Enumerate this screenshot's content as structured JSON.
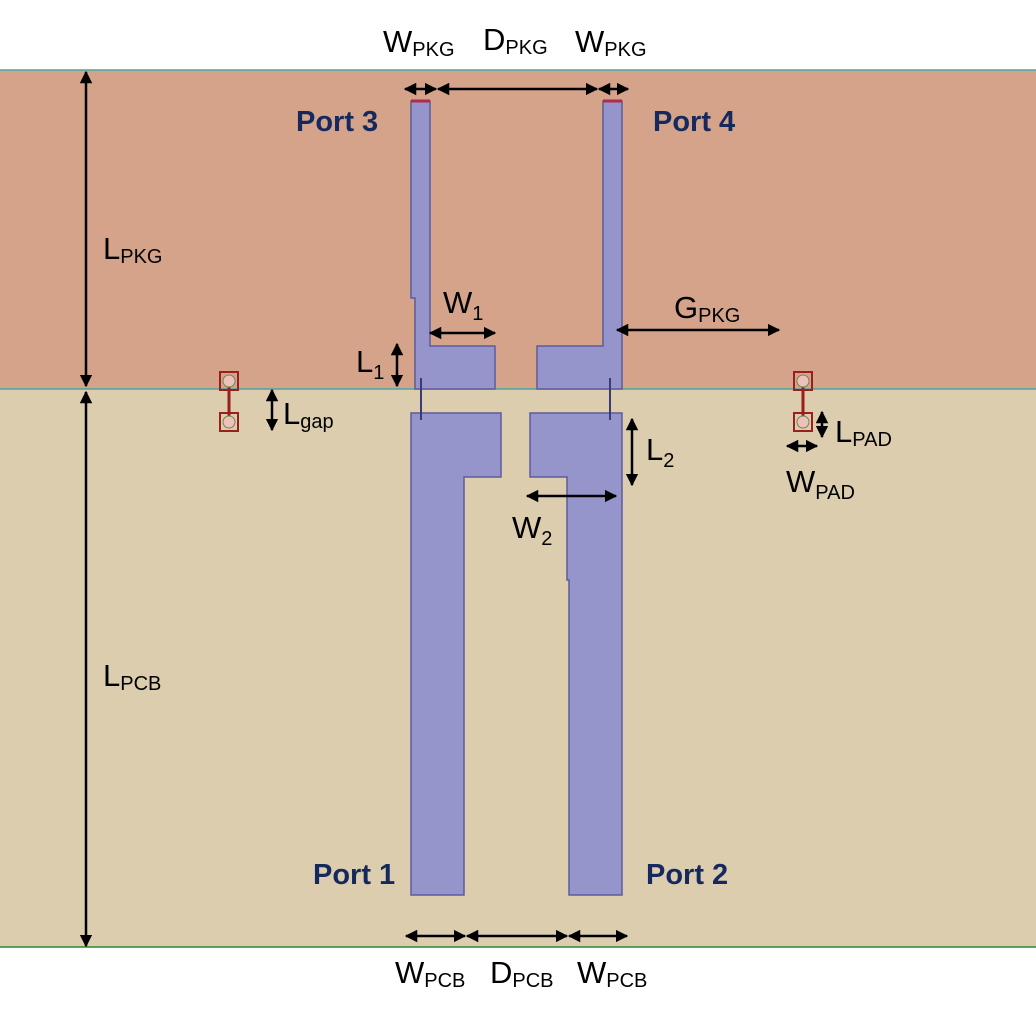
{
  "colors": {
    "pkg_layer": "#d4a389",
    "pcb_layer": "#dccdaf",
    "trace_fill": "#9595cb",
    "trace_stroke": "#5c5c9c",
    "port_text": "#15295e",
    "pad_stroke": "#9a2020",
    "pad_fill": "#efc1bd",
    "dimension": "#000000"
  },
  "labels": {
    "w_pkg_left": {
      "main": "W",
      "sub": "PKG"
    },
    "d_pkg": {
      "main": "D",
      "sub": "PKG"
    },
    "w_pkg_right": {
      "main": "W",
      "sub": "PKG"
    },
    "l_pkg": {
      "main": "L",
      "sub": "PKG"
    },
    "w1": {
      "main": "W",
      "sub": "1"
    },
    "g_pkg": {
      "main": "G",
      "sub": "PKG"
    },
    "l1": {
      "main": "L",
      "sub": "1"
    },
    "l_gap": {
      "main": "L",
      "sub": "gap"
    },
    "l_pad": {
      "main": "L",
      "sub": "PAD"
    },
    "w_pad": {
      "main": "W",
      "sub": "PAD"
    },
    "l2": {
      "main": "L",
      "sub": "2"
    },
    "w2": {
      "main": "W",
      "sub": "2"
    },
    "l_pcb": {
      "main": "L",
      "sub": "PCB"
    },
    "w_pcb_left": {
      "main": "W",
      "sub": "PCB"
    },
    "d_pcb": {
      "main": "D",
      "sub": "PCB"
    },
    "w_pcb_right": {
      "main": "W",
      "sub": "PCB"
    }
  },
  "ports": {
    "port1": "Port 1",
    "port2": "Port 2",
    "port3": "Port 3",
    "port4": "Port 4"
  }
}
